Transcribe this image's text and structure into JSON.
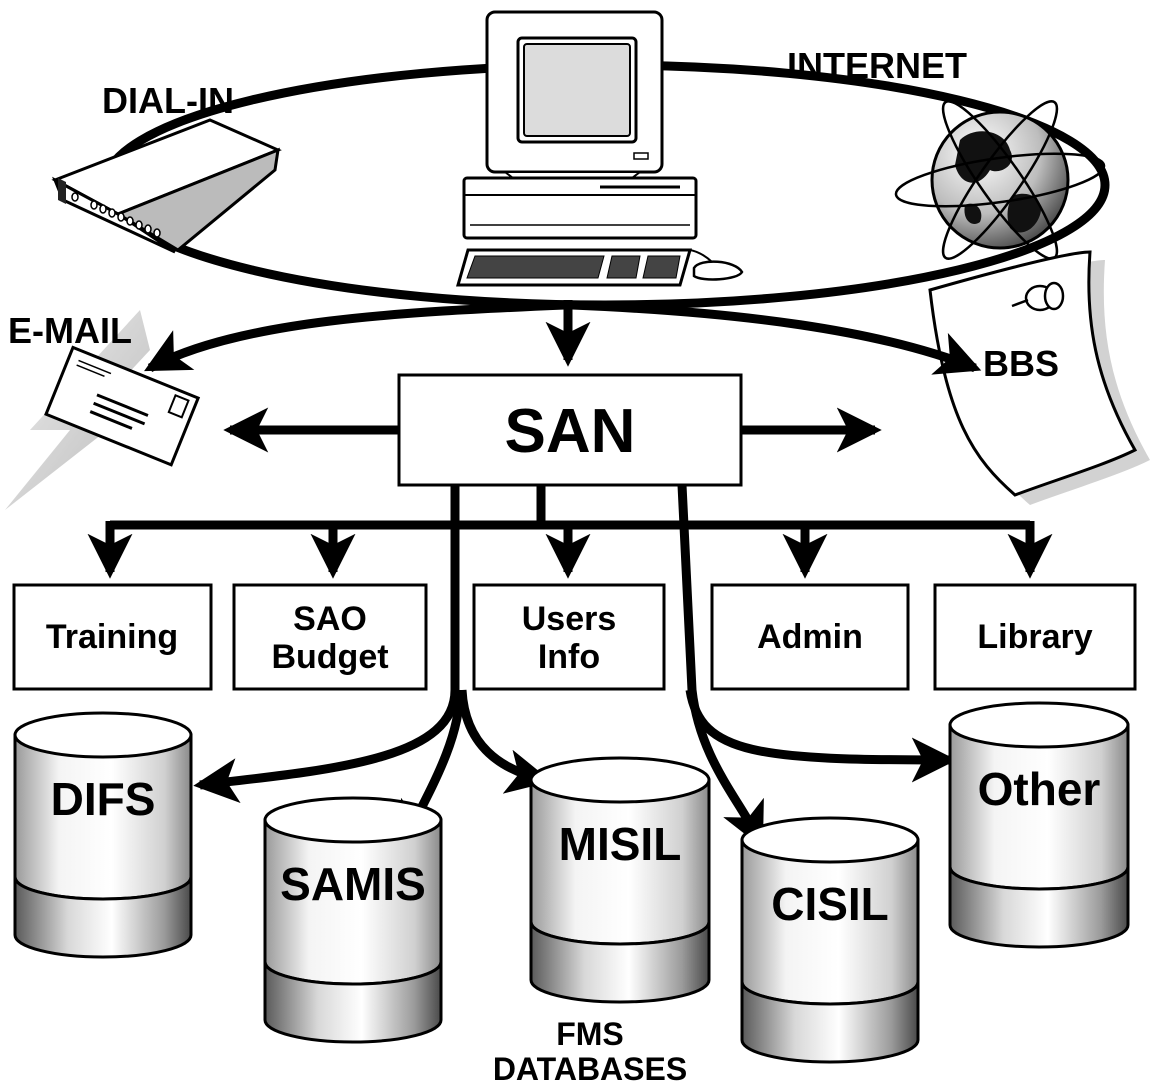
{
  "labels": {
    "dial_in": "DIAL-IN",
    "internet": "INTERNET",
    "email": "E-MAIL",
    "bbs": "BBS",
    "san": "SAN",
    "fms_line1": "FMS",
    "fms_line2": "DATABASES"
  },
  "boxes": [
    {
      "id": "training",
      "lines": [
        "Training"
      ]
    },
    {
      "id": "sao-budget",
      "lines": [
        "SAO",
        "Budget"
      ]
    },
    {
      "id": "users-info",
      "lines": [
        "Users",
        "Info"
      ]
    },
    {
      "id": "admin",
      "lines": [
        "Admin"
      ]
    },
    {
      "id": "library",
      "lines": [
        "Library"
      ]
    }
  ],
  "databases": [
    {
      "id": "difs",
      "label": "DIFS"
    },
    {
      "id": "samis",
      "label": "SAMIS"
    },
    {
      "id": "misil",
      "label": "MISIL"
    },
    {
      "id": "cisil",
      "label": "CISIL"
    },
    {
      "id": "other",
      "label": "Other"
    }
  ],
  "colors": {
    "line": "#000000",
    "fill": "#ffffff",
    "shadow": "#c8c8c8"
  },
  "icons": [
    "modem-icon",
    "computer-icon",
    "globe-icon",
    "envelope-icon",
    "bulletin-note-icon",
    "pushpin-icon",
    "lightning-icon"
  ]
}
